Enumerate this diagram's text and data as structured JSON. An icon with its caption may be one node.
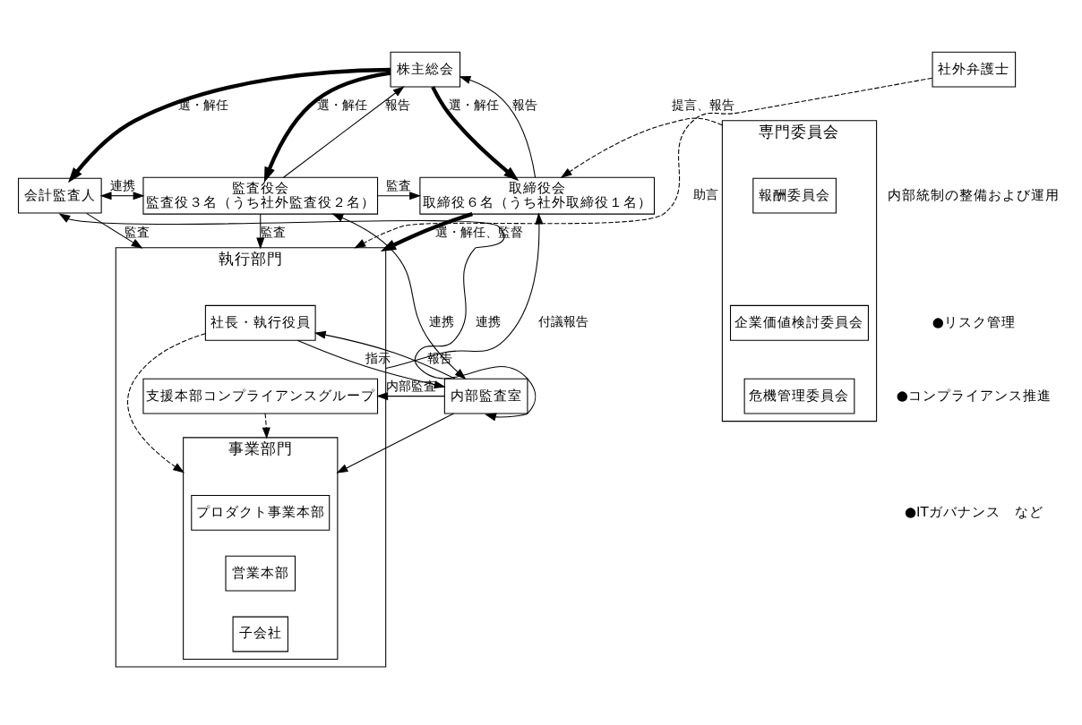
{
  "diagram": {
    "nodes": [
      {
        "text": [
          "株主総会"
        ]
      },
      {
        "text": [
          "会計監査人"
        ]
      },
      {
        "text": [
          "監査役会",
          "監査役３名（うち社外監査役２名）"
        ]
      },
      {
        "text": [
          "取締役会",
          "取締役６名（うち社外取締役１名）"
        ]
      },
      {
        "text": [
          "専門委員会"
        ]
      },
      {
        "text": [
          "報酬委員会"
        ],
        "in": 4
      },
      {
        "text": [
          "企業価値検討委員会"
        ],
        "in": 4
      },
      {
        "text": [
          "危機管理委員会"
        ],
        "in": 4
      },
      {
        "text": [
          "執行部門"
        ]
      },
      {
        "text": [
          "社長・執行役員"
        ],
        "in": 8
      },
      {
        "text": [
          "支援本部コンプライアンスグループ"
        ],
        "in": 8
      },
      {
        "text": [
          "事業部門"
        ],
        "in": 8
      },
      {
        "text": [
          "プロダクト事業本部"
        ],
        "in": 11
      },
      {
        "text": [
          "営業本部"
        ],
        "in": 11
      },
      {
        "text": [
          "子会社"
        ],
        "in": 11
      },
      {
        "text": [
          "社外弁護士"
        ]
      },
      {
        "text": [
          "内部監査室"
        ]
      }
    ],
    "edges": [
      {
        "from": 0,
        "to": 1,
        "arrow": "to",
        "label": "選・解任",
        "style": "thick"
      },
      {
        "from": 2,
        "to": 0,
        "arrow": "to",
        "label": "報告"
      },
      {
        "from": 0,
        "to": 2,
        "arrow": "to",
        "label": "選・解任",
        "style": "thick"
      },
      {
        "from": 3,
        "to": 0,
        "arrow": "to",
        "label": "報告"
      },
      {
        "from": 0,
        "to": 3,
        "arrow": "to",
        "label": "選・解任",
        "style": "thick"
      },
      {
        "from": 1,
        "to": 2,
        "arrow": "both",
        "label": "連携"
      },
      {
        "from": 2,
        "to": 3,
        "arrow": "to",
        "label": "監査"
      },
      {
        "from": 4,
        "to": 3,
        "arrow": "to",
        "label": "提言、報告",
        "style": "dashed"
      },
      {
        "from": 2,
        "to": 8,
        "arrow": "to",
        "label": "監査"
      },
      {
        "from": 3,
        "to": 8,
        "arrow": "to",
        "label": "選・解任、監督",
        "style": "thick"
      },
      {
        "from": 8,
        "to": 3,
        "arrow": "to",
        "label": "付議報告"
      },
      {
        "from": 15,
        "to": 8,
        "arrow": "to",
        "label": "助言",
        "style": "dashed"
      },
      {
        "from": 2,
        "to": 16,
        "arrow": "both",
        "label": "連携"
      },
      {
        "from": 9,
        "to": 16,
        "arrow": "to",
        "label": "指示"
      },
      {
        "from": 16,
        "to": 9,
        "arrow": "to",
        "label": "報告"
      },
      {
        "from": 1,
        "to": 16,
        "arrow": "both",
        "label": "連携"
      },
      {
        "from": 16,
        "to": 10,
        "arrow": "to",
        "label": "内部監査"
      },
      {
        "from": 16,
        "to": 11,
        "arrow": "to"
      },
      {
        "from": 9,
        "to": 11,
        "arrow": "to",
        "style": "dashed"
      },
      {
        "from": 10,
        "to": 11,
        "arrow": "to",
        "style": "dashed"
      },
      {
        "from": 1,
        "to": 8,
        "arrow": "to",
        "label": "監査"
      }
    ],
    "labels": [
      "内部統制の整備および運用",
      "●リスク管理",
      "●コンプライアンス推進",
      "●ITガバナンス　など"
    ]
  }
}
